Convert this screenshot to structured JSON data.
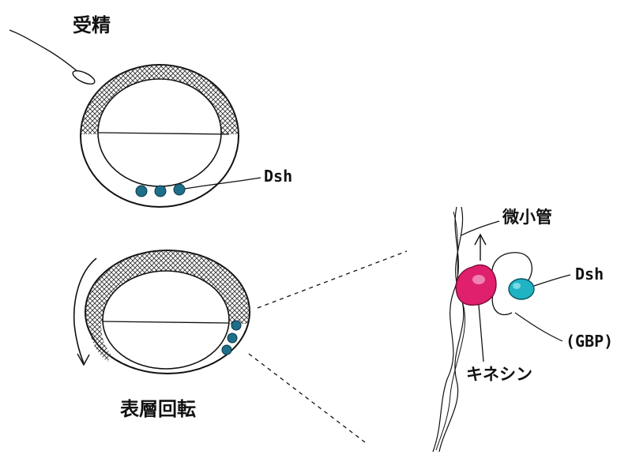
{
  "labels": {
    "fertilization": "受精",
    "cortical_rotation": "表層回転",
    "dsh_top": "Dsh",
    "microtubule": "微小管",
    "dsh_right": "Dsh",
    "gbp": "(GBP)",
    "kinesin": "キネシン"
  },
  "colors": {
    "ink": "#111111",
    "dsh_granule": "#1d6f8a",
    "dsh_protein": "#1fb3c4",
    "kinesin": "#e0206c",
    "hatch": "#333333"
  }
}
